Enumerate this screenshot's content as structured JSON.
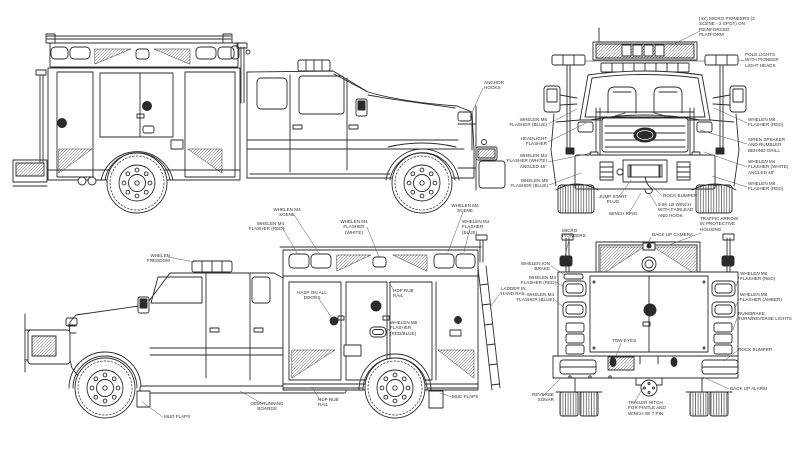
{
  "style": {
    "line_color": "#2b2b2b",
    "label_color": "#333333",
    "background": "#ffffff"
  },
  "views": {
    "side_top": {
      "labels": {
        "anchor_hooks": "ANCHOR HOOKS"
      }
    },
    "front": {
      "labels": {
        "micro_pioneers": "(4X) MICRO PIONEERS (2 SCENE - 2 SPOT) ON REINFORCED PLATFORM",
        "pole_lights": "POLE LIGHTS WITH PIONEER LIGHT HEADS",
        "m6_blue_upper": "WHELEN M6 FLASHER (BLUE)",
        "headlight_flasher": "HEADLIGHT FLASHER",
        "m4_white_left": "WHELEN M4 FLASHER (WHITE) ANGLED 45°",
        "m6_blue_lower": "WHELEN M6 FLASHER (BLUE)",
        "m6_red_upper": "WHELEN M6 FLASHER (RED)",
        "siren": "SIREN SPEAKER AND RUMBLER BEHIND GRILL",
        "m4_white_right": "WHELEN M4 FLASHER (WHITE) ANGLED 45°",
        "m6_red_lower": "WHELEN M6 FLASHER (RED)",
        "jump_start": "JUMP START PLUG",
        "winch_ring": "WINCH RING",
        "rock_bumper": "ROCK BUMPER",
        "winch": "9.5K LB WINCH WITH FAIRLEAD AND HOOK"
      }
    },
    "side_bottom": {
      "labels": {
        "whelen_freedom": "WHELEN FREEDOM",
        "m4_red": "WHELEN M4 FLASHER (RED)",
        "m4_scene_left": "WHELEN M4 SCENE",
        "m4_white": "WHELEN M4 FLASHER (WHITE)",
        "m4_scene_right": "WHELEN M4 SCENE",
        "m4_blue": "WHELEN M4 FLASHER (BLUE)",
        "hasp": "HASP ON ALL DOORS",
        "rub_rail_upper": "HDP RUB RAIL",
        "m6_red_blue": "WHELEN M6 FLASHER (RED/BLUE)",
        "ladder": "LADDER IN HAND RAIL",
        "mud_flaps_front": "MUD FLAPS",
        "running_boards": "OEM RUNNING BOARDS",
        "rub_rail_lower": "HDP RUB RAIL",
        "mud_flaps_rear": "MUD FLAPS"
      }
    },
    "rear": {
      "labels": {
        "micro_pioneers": "MICRO PIONEERS",
        "backup_camera": "BACK UP CAMERA",
        "traffic_arrow": "TRAFFIC ARROW IN PROTECTIVE HOUSING",
        "ion_brake": "WHELEN ION BRAKE",
        "m4_red": "WHELEN M4 FLASHER (RED)",
        "m4_blue": "WHELEN M4 FLASHER (BLUE)",
        "m6_red": "WHELEN M6 FLASHER (RED)",
        "m6_amber": "WHELEN M6 FLASHER (AMBER)",
        "run_brake_turn_reverse": "RUN/BRAKE, TURN/REVERSE LIGHTS",
        "rock_bumper": "ROCK BUMPER",
        "backup_alarm": "BACK UP ALARM",
        "tow_eyes": "TOW EYES",
        "reverse_sonar": "REVERSE SONAR",
        "trailer_hitch": "TRAILER HITCH FOR PINTLE AND WINCH W/ 7 PIN"
      }
    }
  }
}
